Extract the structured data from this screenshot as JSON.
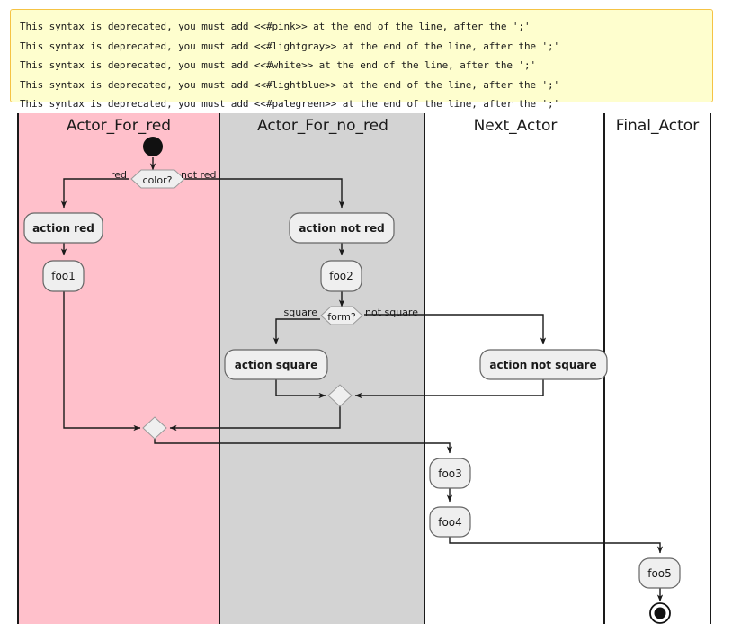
{
  "warning": {
    "lines": [
      "This syntax is deprecated, you must add <<#pink>> at the end of the line, after the ';'",
      "This syntax is deprecated, you must add <<#lightgray>> at the end of the line, after the ';'",
      "This syntax is deprecated, you must add <<#white>> at the end of the line, after the ';'",
      "This syntax is deprecated, you must add <<#lightblue>> at the end of the line, after the ';'",
      "This syntax is deprecated, you must add <<#palegreen>> at the end of the line, after the ';'"
    ],
    "background_color": "#FEFECE",
    "border_color": "#F5C344"
  },
  "diagram": {
    "type": "activity-diagram-swimlanes",
    "lanes": [
      {
        "title": "Actor_For_red",
        "color": "#FFC0CB"
      },
      {
        "title": "Actor_For_no_red",
        "color": "#D3D3D3"
      },
      {
        "title": "Next_Actor",
        "color": "#FFFFFF"
      },
      {
        "title": "Final_Actor",
        "color": "#FFFFFF"
      }
    ],
    "nodes": {
      "start": "start-node",
      "color_decision": "color?",
      "action_red": "action red",
      "foo1": "foo1",
      "action_not_red": "action not red",
      "foo2": "foo2",
      "form_decision": "form?",
      "action_square": "action square",
      "action_not_square": "action not square",
      "foo3": "foo3",
      "foo4": "foo4",
      "foo5": "foo5",
      "end": "end-node"
    },
    "edge_labels": {
      "red": "red",
      "not_red": "not red",
      "square": "square",
      "not_square": "not square"
    },
    "node_fill": "#EFEFEF",
    "node_stroke": "#666666",
    "line_color": "#1a1a1a"
  }
}
